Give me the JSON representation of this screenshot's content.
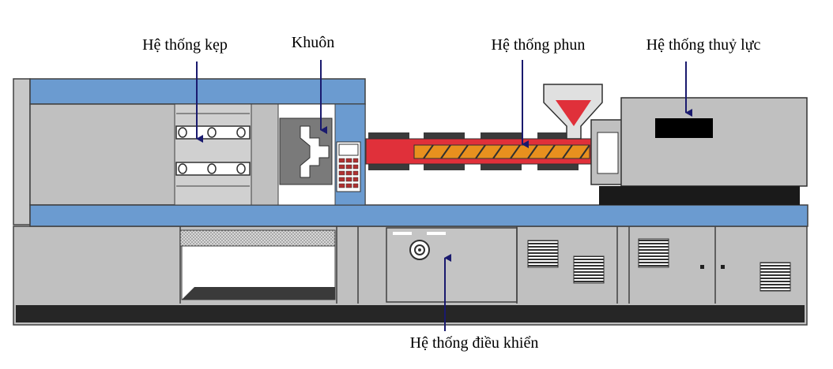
{
  "labels": {
    "clamping": "Hệ thống kẹp",
    "mold": "Khuôn",
    "injection": "Hệ thống phun",
    "hydraulic": "Hệ thống thuỷ lực",
    "control": "Hệ thống điều khiển"
  },
  "colors": {
    "frame_blue": "#6b9bd0",
    "body_gray": "#c0c0c0",
    "dark": "#202020",
    "melt_red": "#e0303a",
    "screw_orange": "#e8901e",
    "white": "#ffffff",
    "arrow": "#1a1a6e"
  }
}
